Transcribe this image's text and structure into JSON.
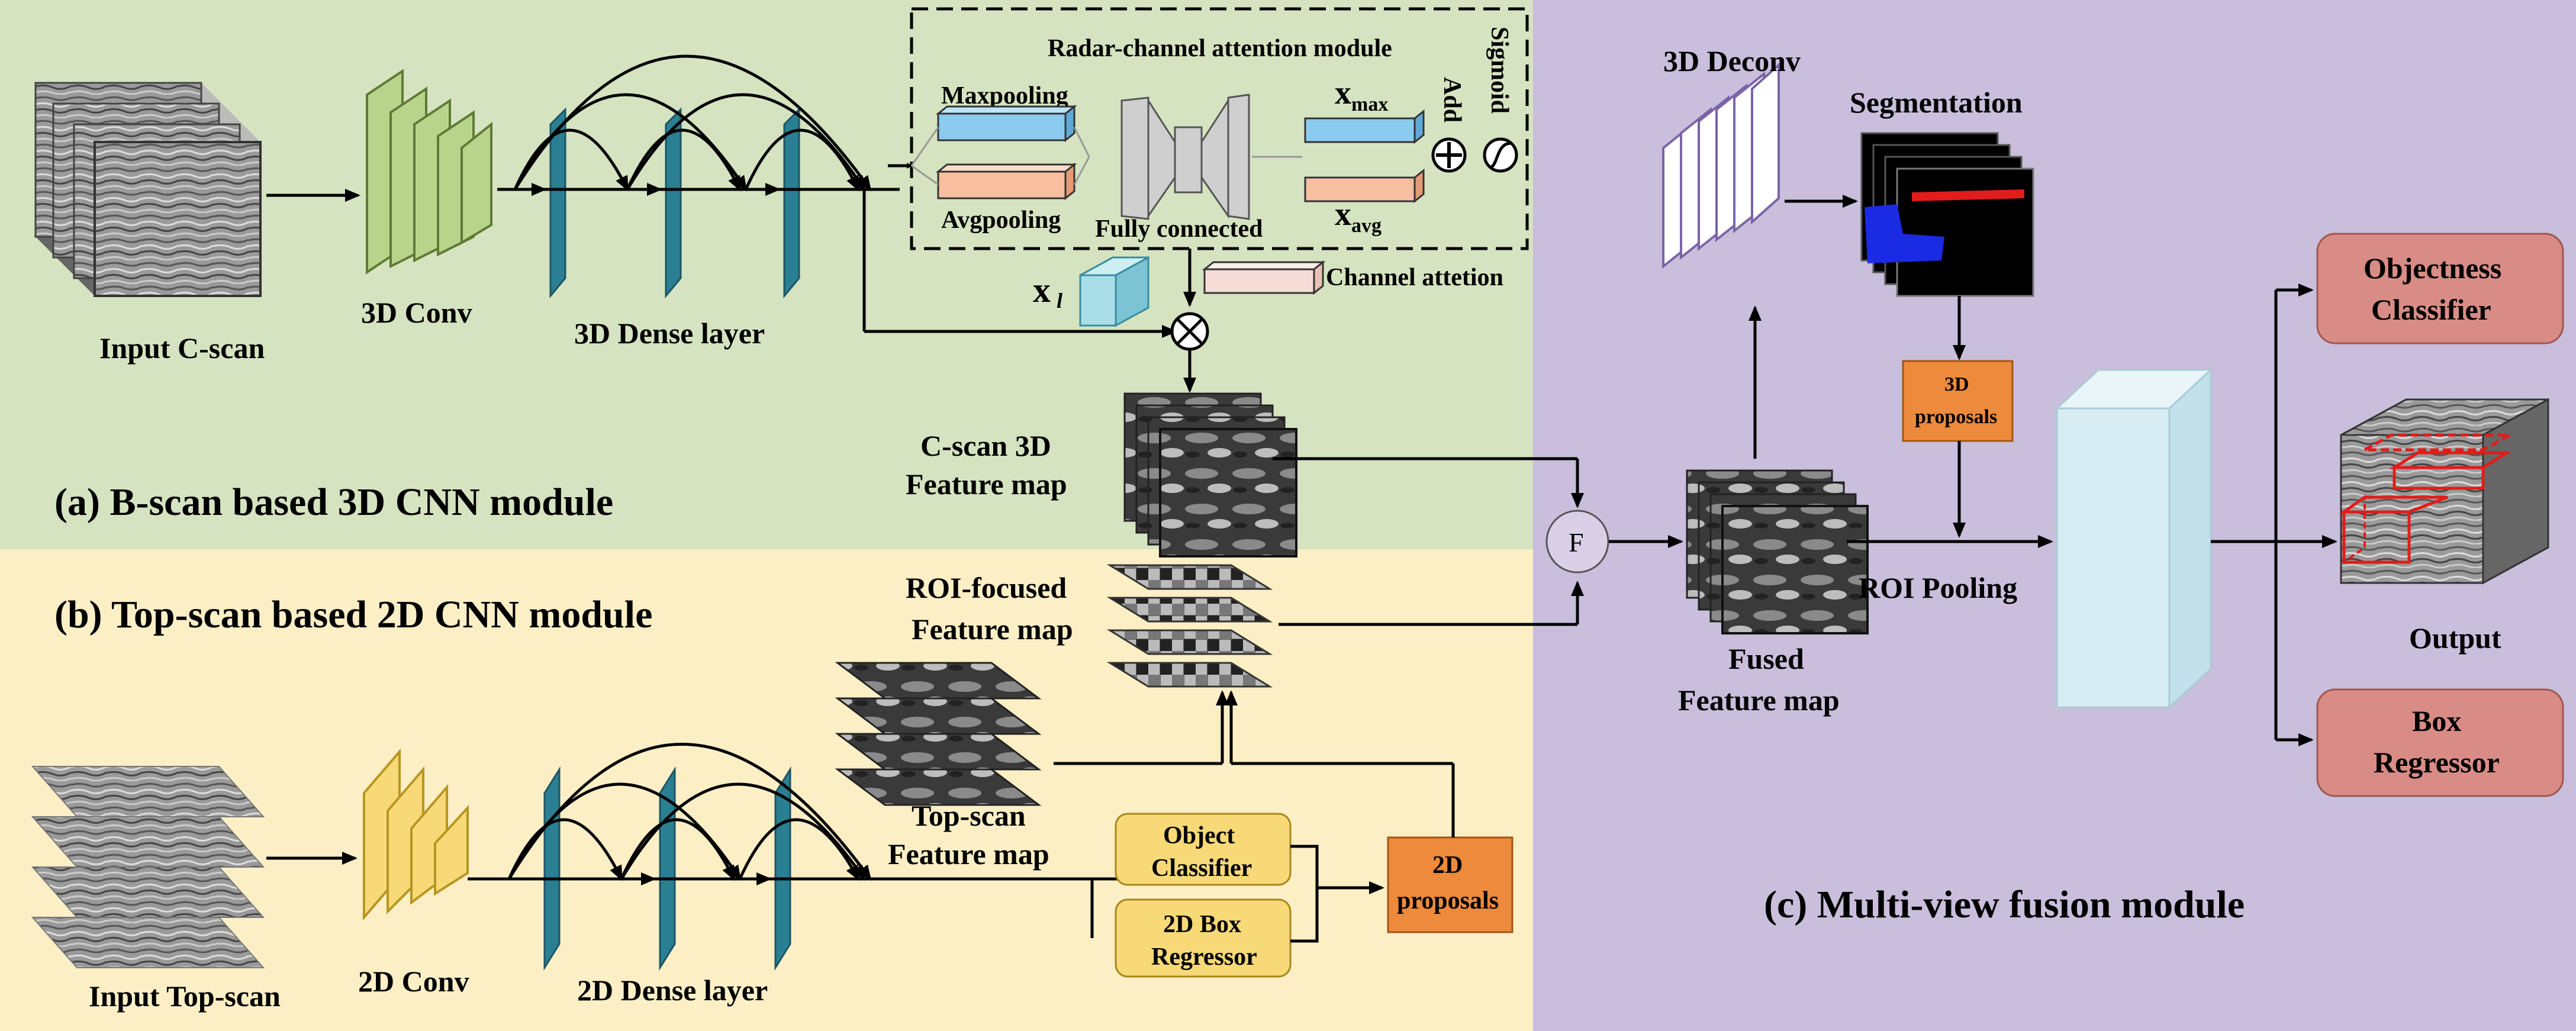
{
  "panels": {
    "a_title": "(a) B-scan based 3D CNN module",
    "b_title": "(b) Top-scan based 2D CNN module",
    "c_title": "(c) Multi-view fusion module",
    "a_color": "#d5e3c0",
    "b_color": "#fcefc6",
    "c_color": "#c9bedb",
    "a_title_color": "#5a6e34",
    "b_title_color": "#c9a227",
    "c_title_color": "#8a6fb8"
  },
  "labels": {
    "input_cscan": "Input C-scan",
    "conv3d": "3D Conv",
    "dense3d": "3D Dense layer",
    "attention_title": "Radar-channel attention module",
    "maxpooling": "Maxpooling",
    "avgpooling": "Avgpooling",
    "fully_connected": "Fully connected",
    "x_max_base": "x",
    "x_max_sub": "max",
    "x_avg_base": "x",
    "x_avg_sub": "avg",
    "add": "Add",
    "sigmoid": "Sigmoid",
    "channel_attention": "Channel attetion",
    "x_l_base": "x",
    "x_l_sub": "l",
    "cscan_feat_1": "C-scan 3D",
    "cscan_feat_2": "Feature map",
    "roi_feat_1": "ROI-focused",
    "roi_feat_2": "Feature map",
    "topscan_feat_1": "Top-scan",
    "topscan_feat_2": "Feature map",
    "input_topscan": "Input Top-scan",
    "conv2d": "2D Conv",
    "dense2d": "2D Dense layer",
    "object_classifier_1": "Object",
    "object_classifier_2": "Classifier",
    "box2d_1": "2D Box",
    "box2d_2": "Regressor",
    "proposals2d_1": "2D",
    "proposals2d_2": "proposals",
    "deconv3d": "3D Deconv",
    "segmentation": "Segmentation",
    "proposals3d_1": "3D",
    "proposals3d_2": "proposals",
    "fuse_symbol": "F",
    "fused_1": "Fused",
    "fused_2": "Feature map",
    "roi_pooling": "ROI Pooling",
    "objectness_1": "Objectness",
    "objectness_2": "Classifier",
    "box_reg_1": "Box",
    "box_reg_2": "Regressor",
    "output": "Output"
  }
}
